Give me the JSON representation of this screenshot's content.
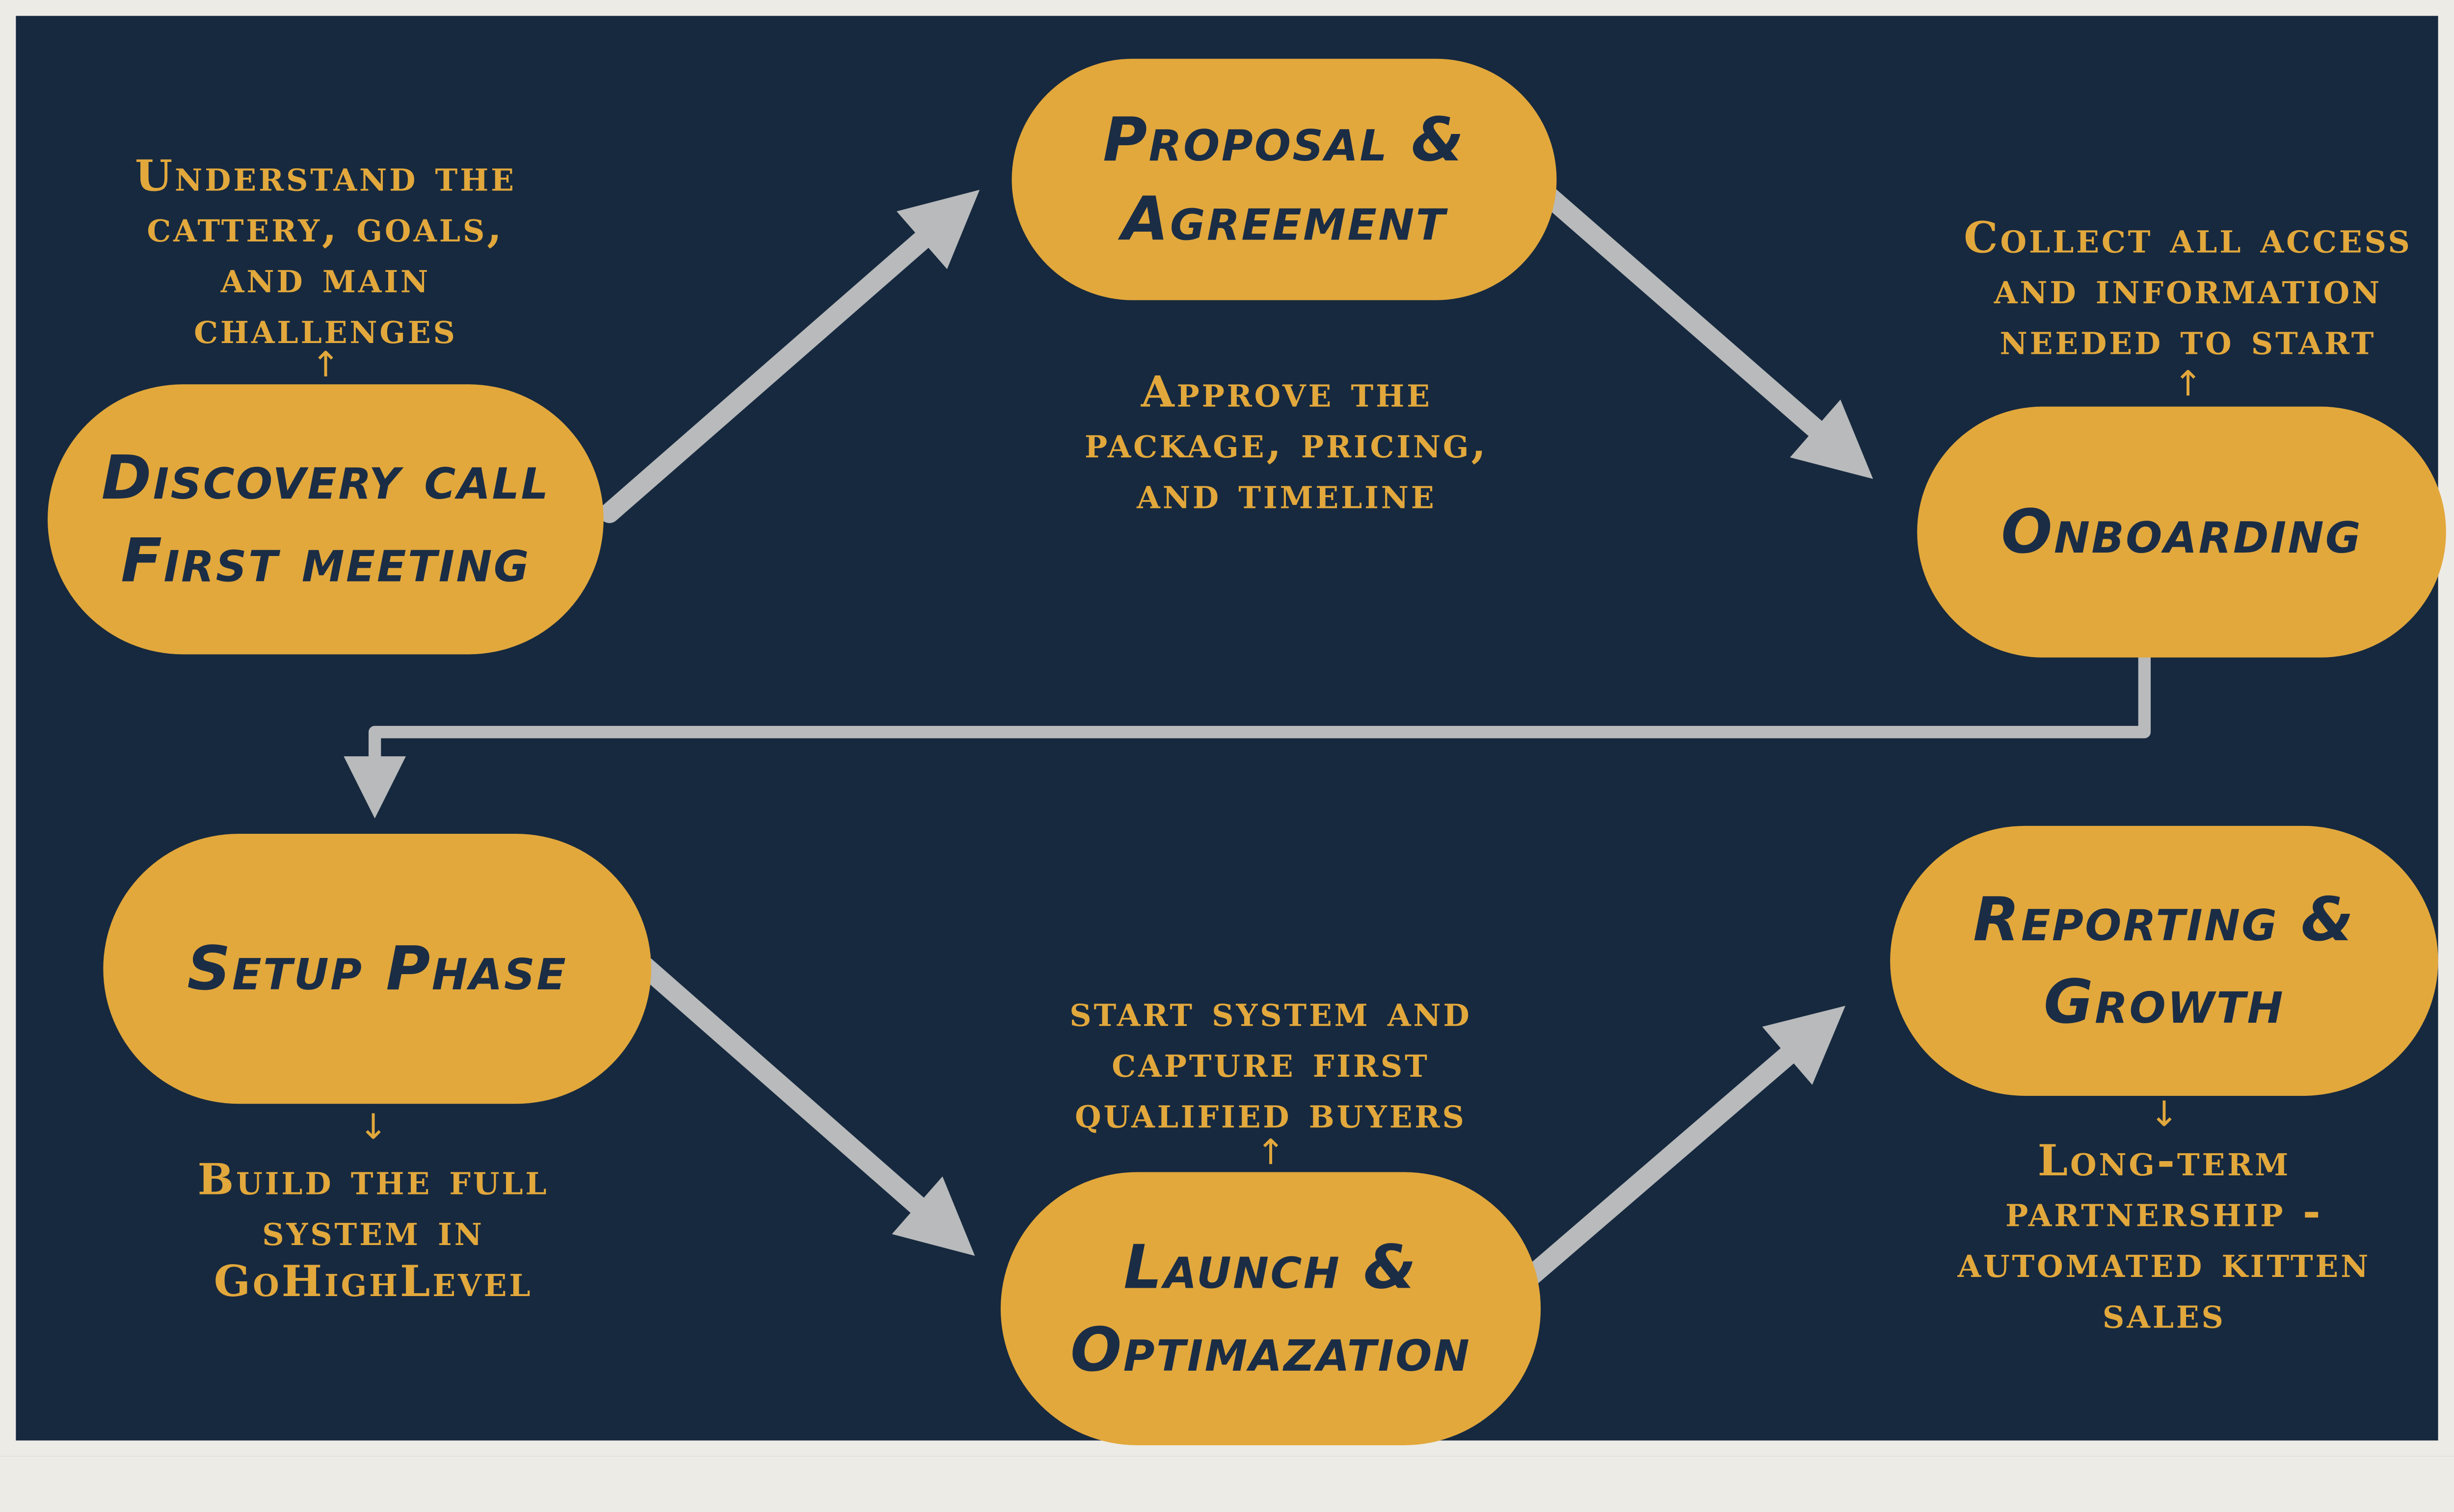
{
  "theme": {
    "background": "#17293e",
    "frame": "#edebe6",
    "pill_fill": "#e2a83c",
    "pill_text": "#1b2d45",
    "note_text": "#e2a83c",
    "arrow_color": "#b8babc"
  },
  "icons": {
    "up_arrow": "↑",
    "down_arrow": "↓"
  },
  "nodes": {
    "discovery": {
      "line1": "Discovery call",
      "line2": "First meeting",
      "note": "Understand the\ncattery, goals,\nand main\nchallenges"
    },
    "proposal": {
      "line1": "Proposal &",
      "line2": "Agreement",
      "note": "Approve the\npackage, pricing,\nand timeline"
    },
    "onboarding": {
      "line1": "Onboarding",
      "note": "Collect all access\nand information\nneeded to start"
    },
    "setup": {
      "line1": "Setup Phase",
      "note": "Build the full\nsystem in\nGoHighLevel"
    },
    "launch": {
      "line1": "Launch &",
      "line2": "Optimazation",
      "note": "start system and\ncapture first\nqualified buyers"
    },
    "reporting": {
      "line1": "Reporting &",
      "line2": "Growth",
      "note": "Long-term\npartnership -\nautomated kitten\nsales"
    }
  }
}
